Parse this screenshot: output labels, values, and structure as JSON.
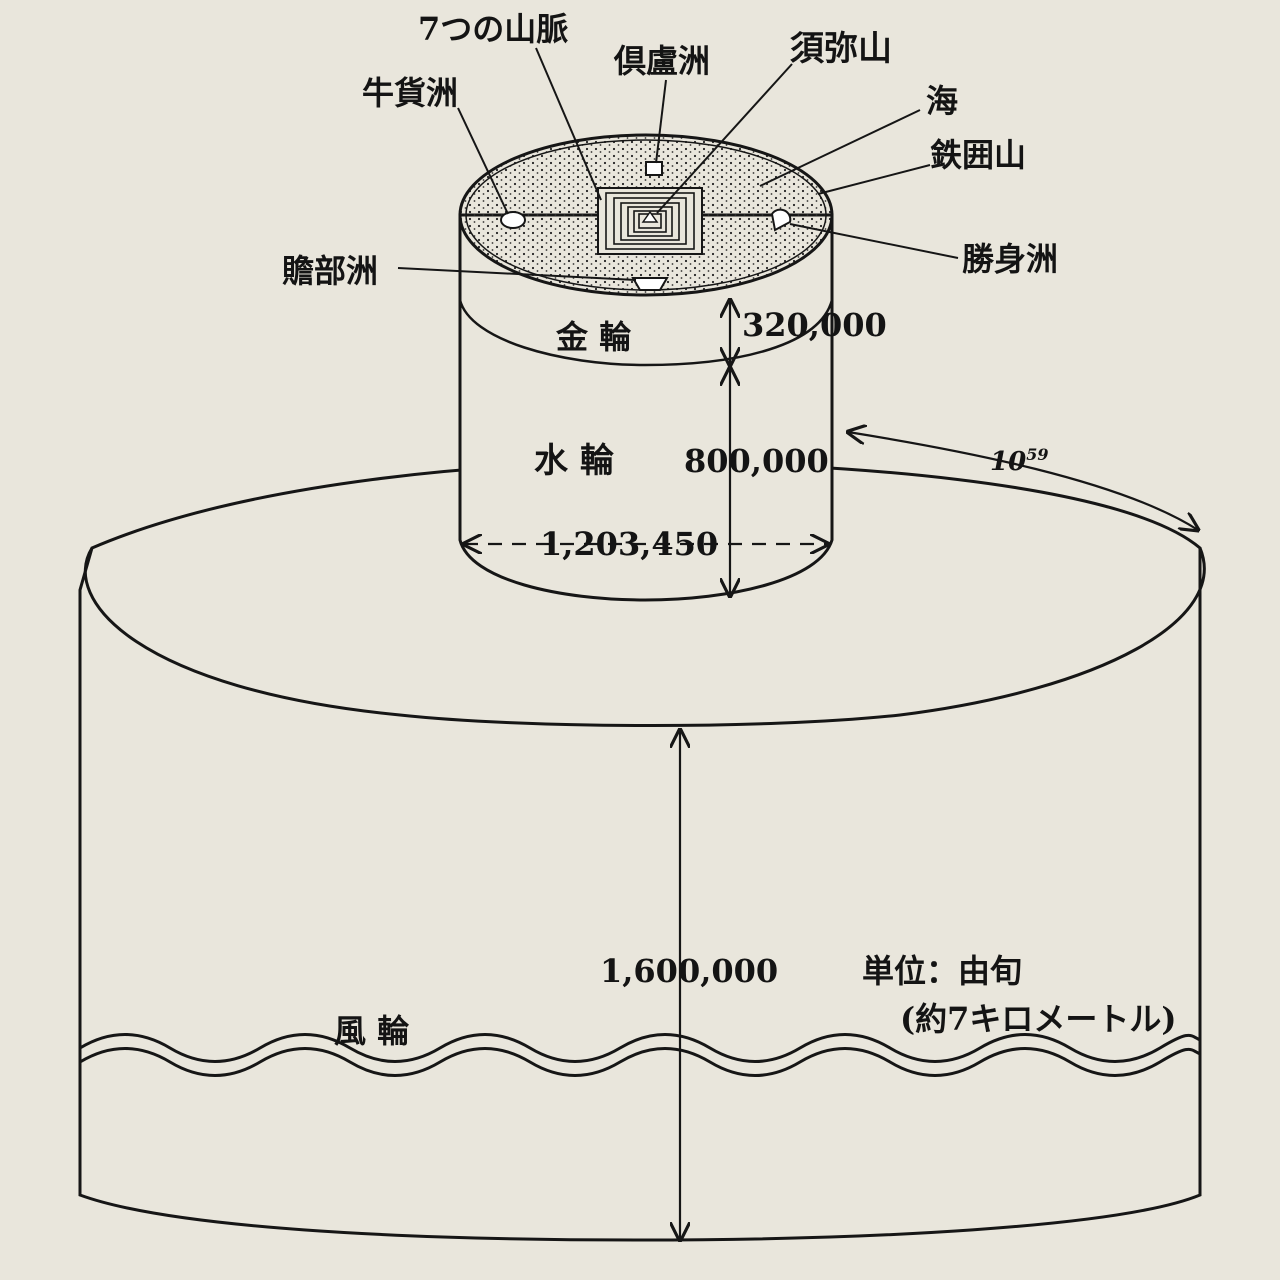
{
  "diagram": {
    "labels": {
      "mountain_ranges": "7つの山脈",
      "godaniya": "牛貨洲",
      "uttarakuru": "倶盧洲",
      "sumeru": "須弥山",
      "sea": "海",
      "iron_ring": "鉄囲山",
      "purvavideha": "勝身洲",
      "jambudvipa": "贍部洲",
      "gold_wheel": "金 輪",
      "water_wheel": "水 輪",
      "wind_wheel": "風 輪"
    },
    "measurements": {
      "gold_height": "320,000",
      "water_height": "800,000",
      "diameter": "1,203,450",
      "wind_height": "1,600,000",
      "wind_circumference_base": "10",
      "wind_circumference_exp": "59"
    },
    "unit": {
      "line1": "単位：由旬",
      "line2": "(約7キロメートル)"
    }
  }
}
